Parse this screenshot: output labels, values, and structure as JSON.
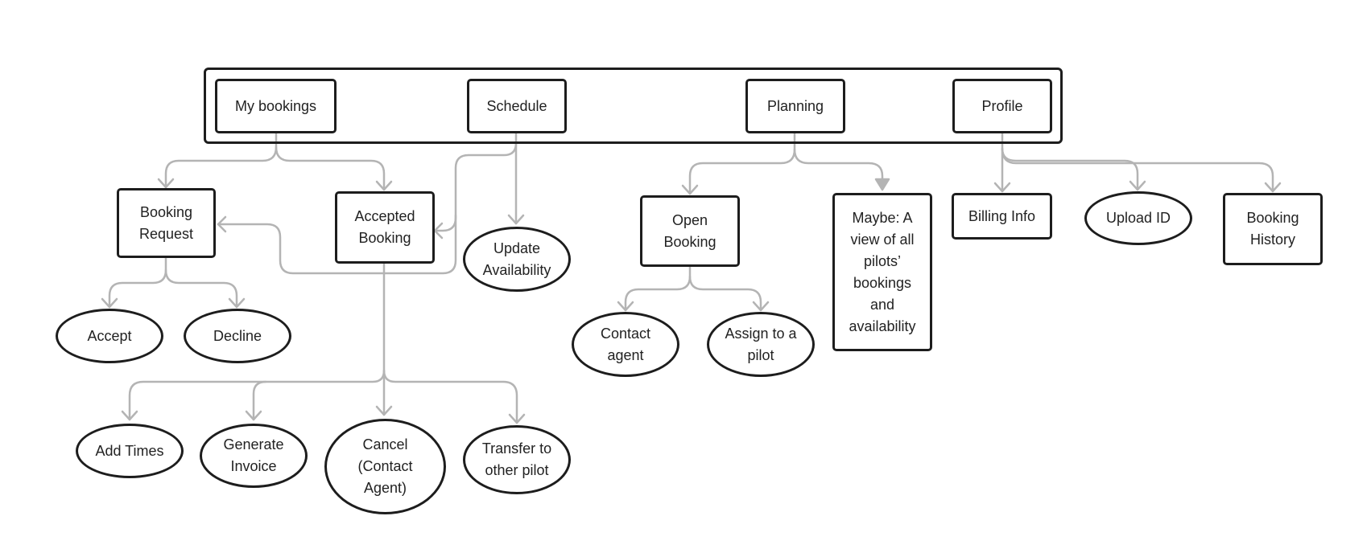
{
  "nav": {
    "my_bookings": "My bookings",
    "schedule": "Schedule",
    "planning": "Planning",
    "profile": "Profile"
  },
  "my_bookings": {
    "booking_request": "Booking Request",
    "accepted_booking": "Accepted Booking",
    "accept": "Accept",
    "decline": "Decline",
    "add_times": "Add Times",
    "generate_invoice": "Generate Invoice",
    "cancel": "Cancel (Contact Agent)",
    "transfer": "Transfer to other pilot"
  },
  "schedule": {
    "update_availability": "Update Availability"
  },
  "planning": {
    "open_booking": "Open Booking",
    "maybe_view": "Maybe: A view of all pilots’ bookings and availability",
    "contact_agent": "Contact agent",
    "assign_pilot": "Assign to a pilot"
  },
  "profile": {
    "billing_info": "Billing Info",
    "upload_id": "Upload ID",
    "booking_history": "Booking History"
  },
  "colors": {
    "node_border": "#1d1d1d",
    "connector": "#b4b4b4",
    "text": "#222222",
    "background": "#ffffff"
  }
}
